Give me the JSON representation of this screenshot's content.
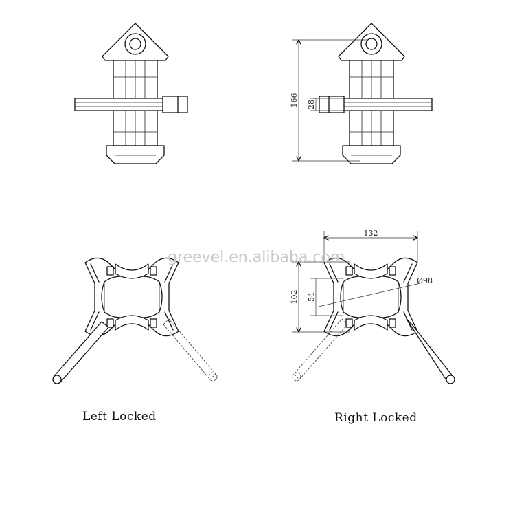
{
  "watermark": "greevel.en.alibaba.com",
  "captions": {
    "left": "Left Locked",
    "right": "Right Locked"
  },
  "dimensions": {
    "height_total": "166",
    "height_bar": "28",
    "width_total": "132",
    "diameter": "Ø98",
    "height_side": "102",
    "height_inner": "54"
  }
}
